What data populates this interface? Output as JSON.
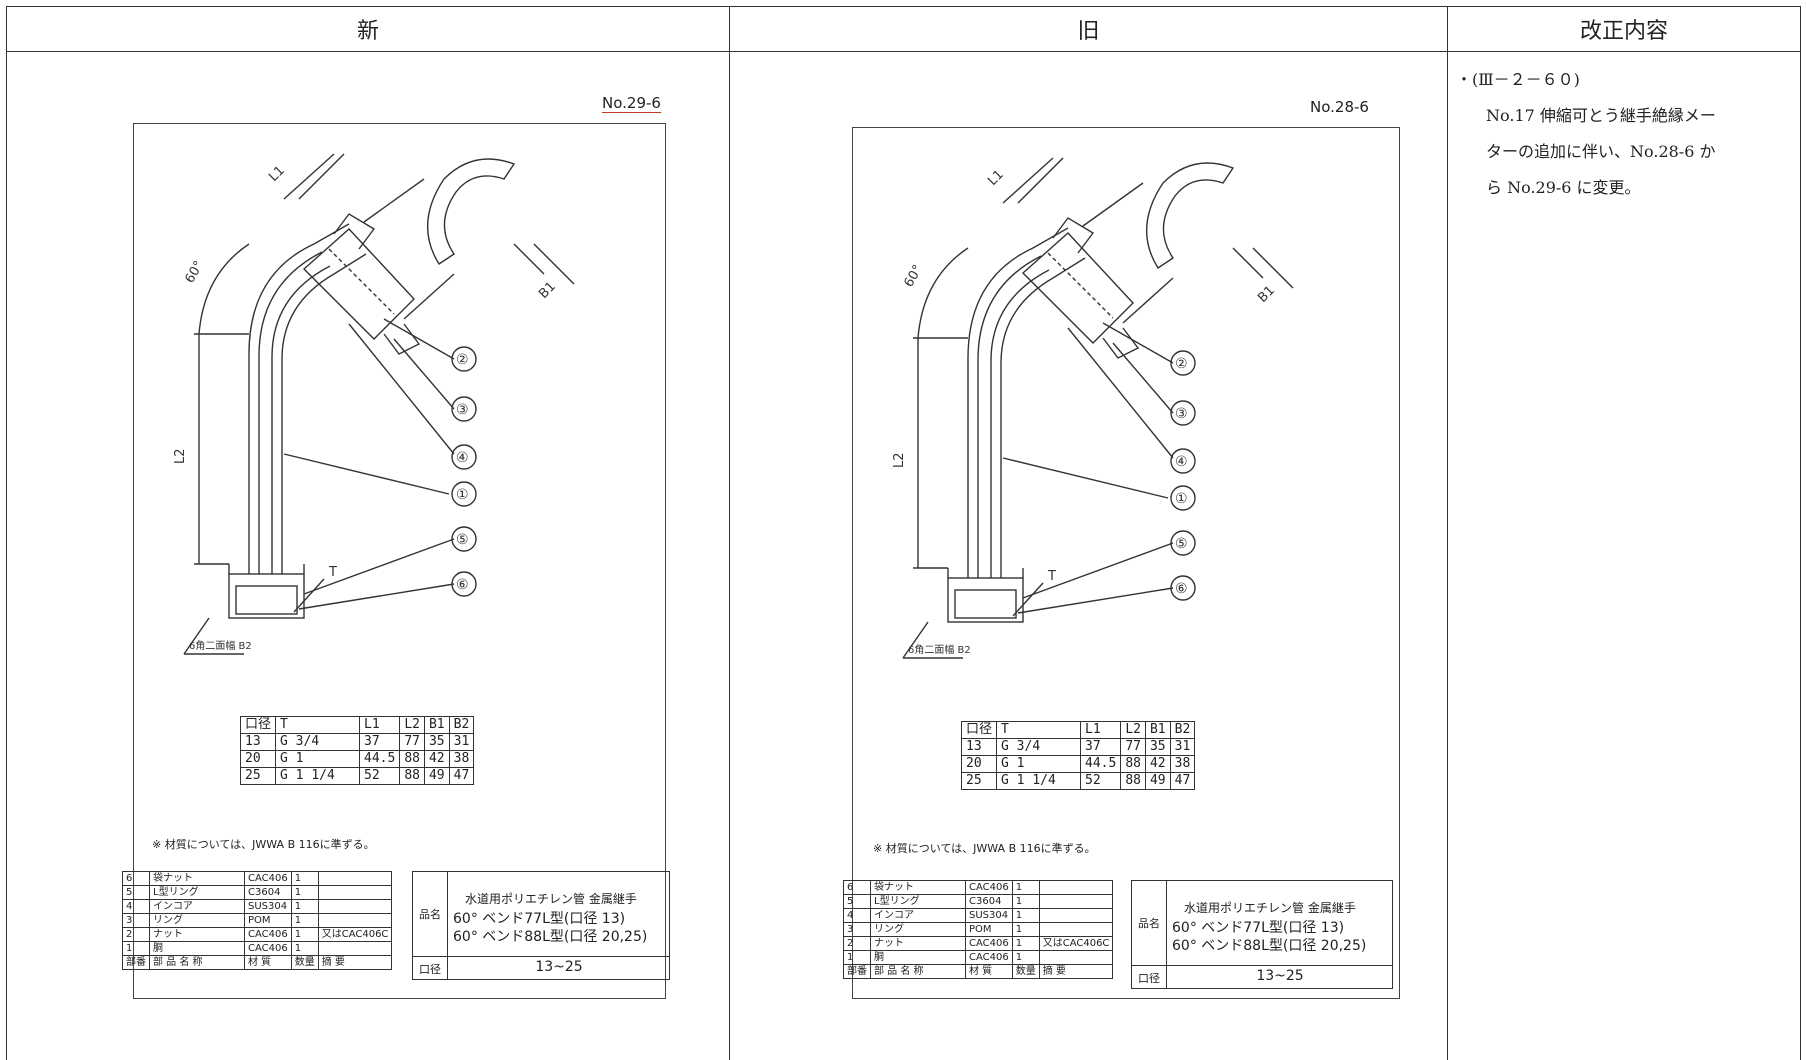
{
  "header": {
    "new_label": "新",
    "old_label": "旧",
    "revision_label": "改正内容"
  },
  "new_sheet": {
    "number": "No.29-6",
    "dims": {
      "L1": "L1",
      "L2": "L2",
      "B1": "B1",
      "angle": "60°",
      "T": "T",
      "hex": "6角二面幅 B2"
    },
    "callouts": [
      "②",
      "③",
      "④",
      "①",
      "⑤",
      "⑥"
    ],
    "size_table": {
      "headers": [
        "口径",
        "T",
        "L1",
        "L2",
        "B1",
        "B2"
      ],
      "rows": [
        [
          "13",
          "G 3/4",
          "37",
          "77",
          "35",
          "31"
        ],
        [
          "20",
          "G 1",
          "44.5",
          "88",
          "42",
          "38"
        ],
        [
          "25",
          "G 1 1/4",
          "52",
          "88",
          "49",
          "47"
        ]
      ]
    },
    "material_note": "※ 材質については、JWWA B 116に準ずる。",
    "parts": [
      [
        "6",
        "袋ナット",
        "CAC406",
        "1",
        ""
      ],
      [
        "5",
        "L型リング",
        "C3604",
        "1",
        ""
      ],
      [
        "4",
        "インコア",
        "SUS304",
        "1",
        ""
      ],
      [
        "3",
        "リング",
        "POM",
        "1",
        ""
      ],
      [
        "2",
        "ナット",
        "CAC406",
        "1",
        "又はCAC406C"
      ],
      [
        "1",
        "胴",
        "CAC406",
        "1",
        ""
      ]
    ],
    "parts_header": [
      "部番",
      "部 品 名 称",
      "材 質",
      "数量",
      "摘 要"
    ],
    "title": {
      "hinmei_label": "品名",
      "line1": "水道用ポリエチレン管 金属継手",
      "line2": "60° ベンド77L型(口径 13)",
      "line3": "60° ベンド88L型(口径 20,25)",
      "kokei_label": "口径",
      "kokei_value": "13~25"
    }
  },
  "old_sheet": {
    "number": "No.28-6",
    "dims": {
      "L1": "L1",
      "L2": "L2",
      "B1": "B1",
      "angle": "60°",
      "T": "T",
      "hex": "6角二面幅 B2"
    },
    "callouts": [
      "②",
      "③",
      "④",
      "①",
      "⑤",
      "⑥"
    ],
    "size_table": {
      "headers": [
        "口径",
        "T",
        "L1",
        "L2",
        "B1",
        "B2"
      ],
      "rows": [
        [
          "13",
          "G 3/4",
          "37",
          "77",
          "35",
          "31"
        ],
        [
          "20",
          "G 1",
          "44.5",
          "88",
          "42",
          "38"
        ],
        [
          "25",
          "G 1 1/4",
          "52",
          "88",
          "49",
          "47"
        ]
      ]
    },
    "material_note": "※ 材質については、JWWA B 116に準ずる。",
    "parts": [
      [
        "6",
        "袋ナット",
        "CAC406",
        "1",
        ""
      ],
      [
        "5",
        "L型リング",
        "C3604",
        "1",
        ""
      ],
      [
        "4",
        "インコア",
        "SUS304",
        "1",
        ""
      ],
      [
        "3",
        "リング",
        "POM",
        "1",
        ""
      ],
      [
        "2",
        "ナット",
        "CAC406",
        "1",
        "又はCAC406C"
      ],
      [
        "1",
        "胴",
        "CAC406",
        "1",
        ""
      ]
    ],
    "parts_header": [
      "部番",
      "部 品 名 称",
      "材 質",
      "数量",
      "摘 要"
    ],
    "title": {
      "hinmei_label": "品名",
      "line1": "水道用ポリエチレン管 金属継手",
      "line2": "60° ベンド77L型(口径 13)",
      "line3": "60° ベンド88L型(口径 20,25)",
      "kokei_label": "口径",
      "kokei_value": "13~25"
    }
  },
  "revision": {
    "lines": [
      "・(Ⅲ－２－６０)",
      "No.17 伸縮可とう継手絶縁メー",
      "ターの追加に伴い、No.28-6 か",
      "ら No.29-6 に変更。"
    ]
  }
}
